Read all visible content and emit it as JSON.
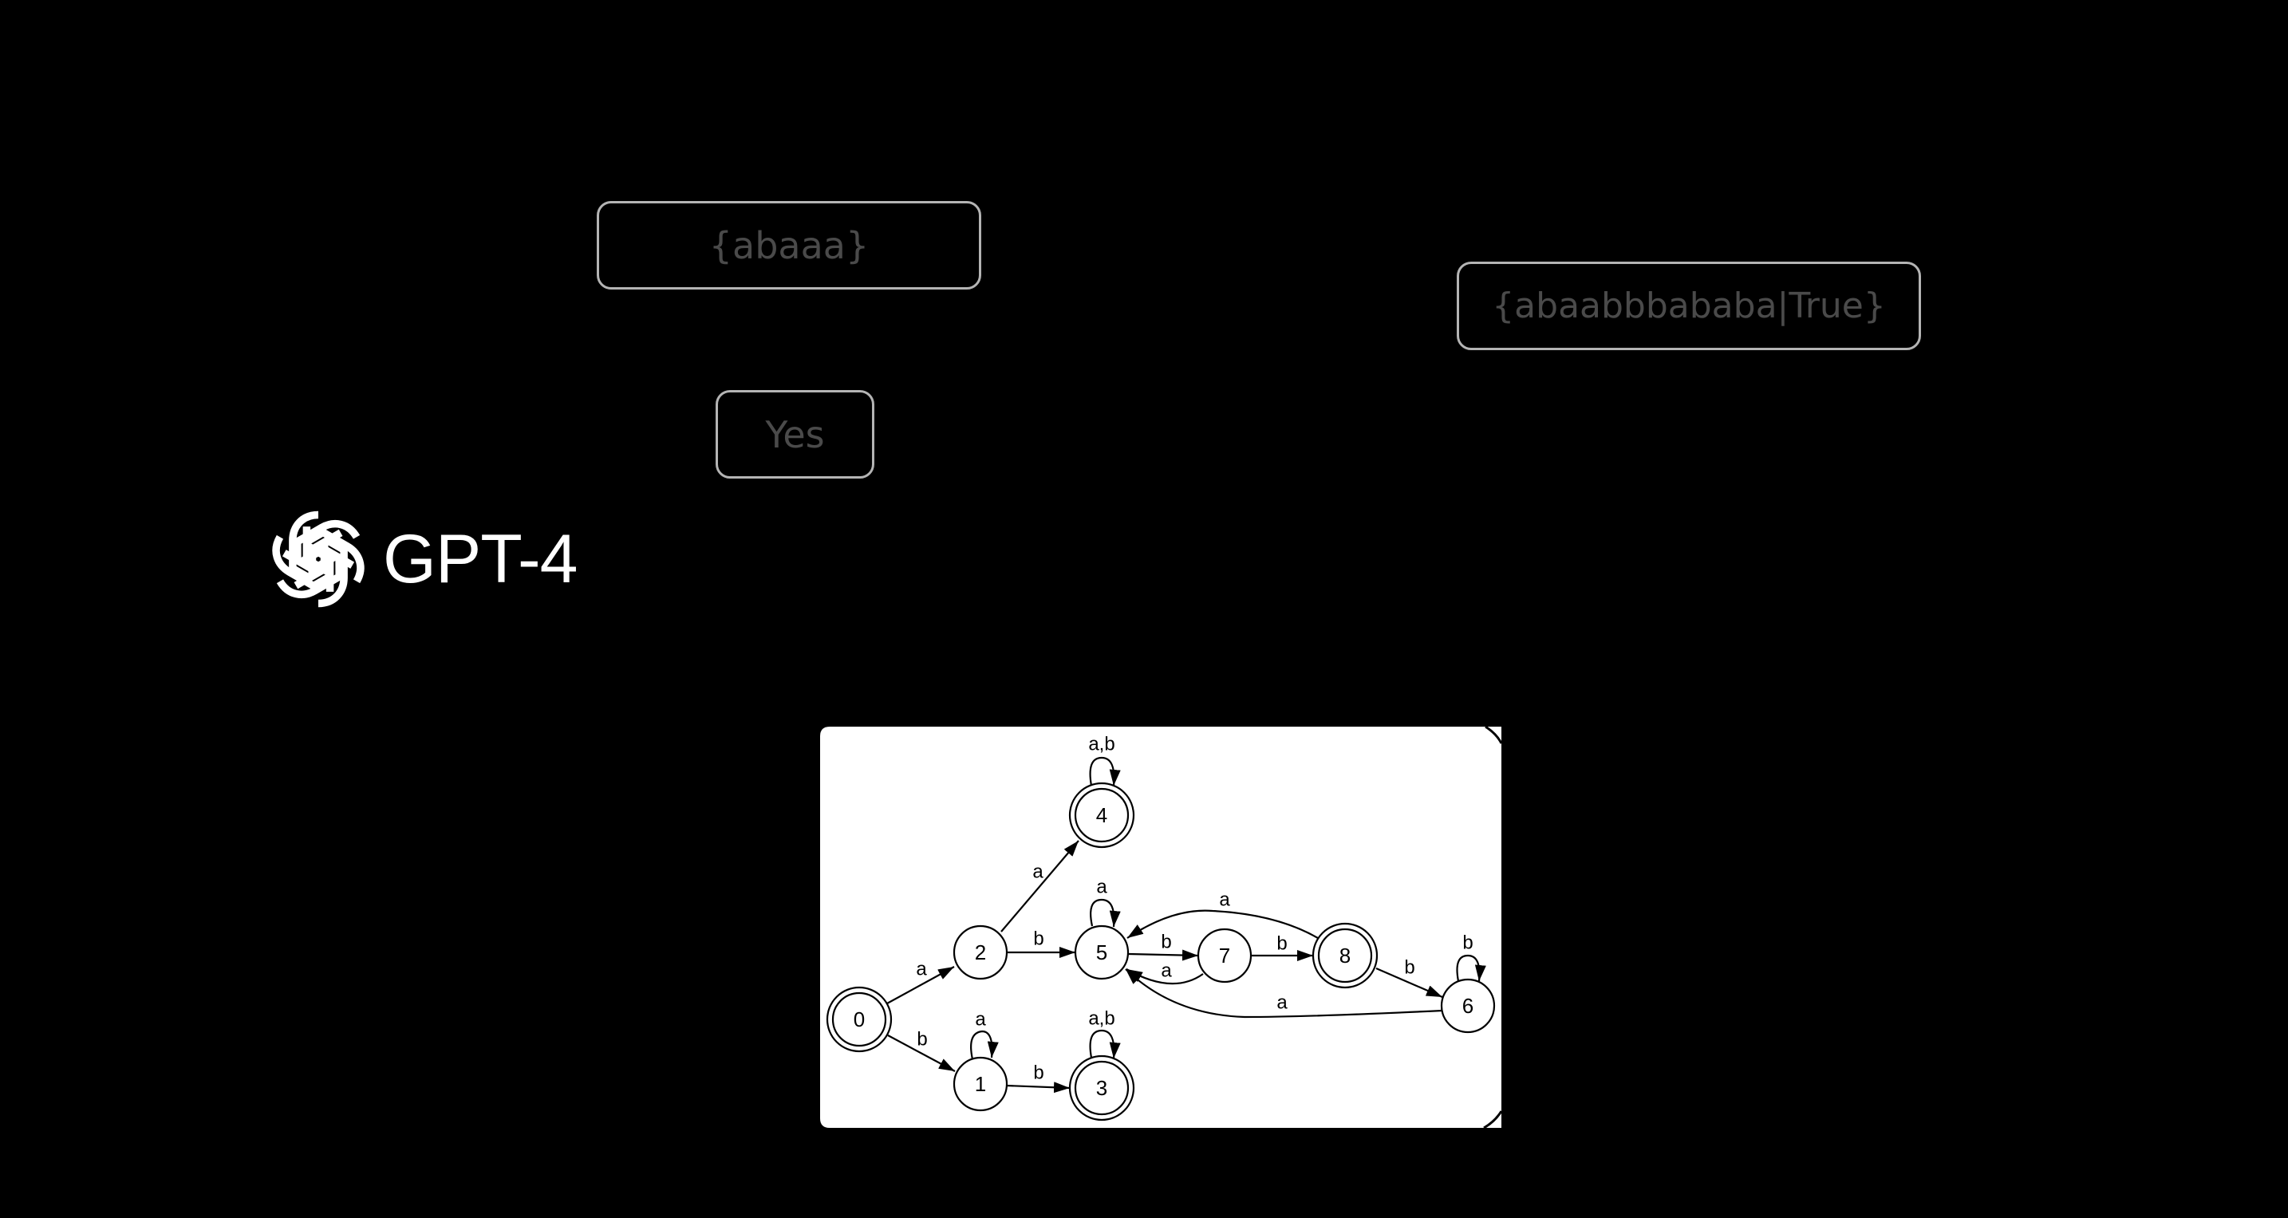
{
  "prompt_boxes": {
    "input_string": "{abaaa}",
    "model_answer": "Yes",
    "ground_truth": "{abaabbbababa|True}"
  },
  "model": {
    "name": "GPT-4",
    "logo_icon": "openai-logo-icon"
  },
  "colors": {
    "background": "#000000",
    "box_border": "#b4b4b4",
    "box_text": "#4a4a4a",
    "logo": "#ffffff",
    "diagram_bg": "#ffffff",
    "diagram_stroke": "#000000"
  },
  "dfa": {
    "start_state": "0",
    "states": [
      {
        "id": "0",
        "accepting": true
      },
      {
        "id": "1",
        "accepting": false
      },
      {
        "id": "2",
        "accepting": false
      },
      {
        "id": "3",
        "accepting": true
      },
      {
        "id": "4",
        "accepting": true
      },
      {
        "id": "5",
        "accepting": false
      },
      {
        "id": "6",
        "accepting": false
      },
      {
        "id": "7",
        "accepting": false
      },
      {
        "id": "8",
        "accepting": true
      }
    ],
    "transitions": [
      {
        "from": "0",
        "to": "2",
        "label": "a"
      },
      {
        "from": "0",
        "to": "1",
        "label": "b"
      },
      {
        "from": "1",
        "to": "1",
        "label": "a"
      },
      {
        "from": "1",
        "to": "3",
        "label": "b"
      },
      {
        "from": "2",
        "to": "4",
        "label": "a"
      },
      {
        "from": "2",
        "to": "5",
        "label": "b"
      },
      {
        "from": "3",
        "to": "3",
        "label": "a,b"
      },
      {
        "from": "4",
        "to": "4",
        "label": "a,b"
      },
      {
        "from": "5",
        "to": "5",
        "label": "a"
      },
      {
        "from": "5",
        "to": "7",
        "label": "b"
      },
      {
        "from": "7",
        "to": "5",
        "label": "a"
      },
      {
        "from": "7",
        "to": "8",
        "label": "b"
      },
      {
        "from": "8",
        "to": "5",
        "label": "a"
      },
      {
        "from": "8",
        "to": "6",
        "label": "b"
      },
      {
        "from": "6",
        "to": "6",
        "label": "b"
      },
      {
        "from": "6",
        "to": "5",
        "label": "a"
      }
    ]
  },
  "diagram_labels": {
    "s0": "0",
    "s1": "1",
    "s2": "2",
    "s3": "3",
    "s4": "4",
    "s5": "5",
    "s6": "6",
    "s7": "7",
    "s8": "8",
    "e02": "a",
    "e01": "b",
    "e11": "a",
    "e13": "b",
    "e24": "a",
    "e25": "b",
    "e33": "a,b",
    "e44": "a,b",
    "e55": "a",
    "e57": "b",
    "e75": "a",
    "e78": "b",
    "e85": "a",
    "e86": "b",
    "e66": "b",
    "e65": "a"
  }
}
